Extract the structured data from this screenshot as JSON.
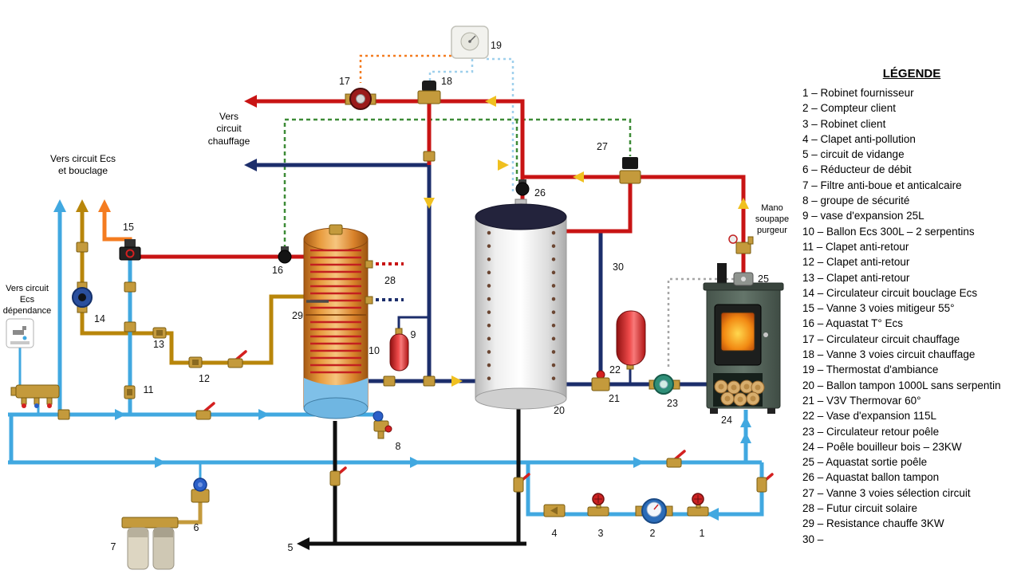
{
  "legend": {
    "title": "LÉGENDE",
    "items": [
      "1 – Robinet fournisseur",
      "2 – Compteur client",
      "3 – Robinet client",
      "4 – Clapet anti-pollution",
      "5 – circuit de vidange",
      "6 – Réducteur de débit",
      "7 – Filtre anti-boue et anticalcaire",
      "8 – groupe de sécurité",
      "9 – vase d'expansion 25L",
      "10 – Ballon Ecs 300L – 2 serpentins",
      "11 – Clapet anti-retour",
      "12 – Clapet anti-retour",
      "13 – Clapet anti-retour",
      "14 – Circulateur circuit bouclage Ecs",
      "15 – Vanne 3 voies mitigeur 55°",
      "16 – Aquastat T° Ecs",
      "17 – Circulateur circuit chauffage",
      "18 – Vanne 3 voies circuit chauffage",
      "19 – Thermostat d'ambiance",
      "20 – Ballon tampon 1000L sans serpentin",
      "21 – V3V Thermovar 60°",
      "22 – Vase d'expansion 115L",
      "23 – Circulateur retour poêle",
      "24 – Poêle bouilleur bois – 23KW",
      "25 – Aquastat sortie poêle",
      "26 – Aquastat ballon tampon",
      "27 – Vanne 3 voies sélection circuit",
      "28 – Futur circuit solaire",
      "29 – Resistance chauffe 3KW",
      "30 –"
    ]
  },
  "labels": {
    "vers_chauffage": "Vers circuit chauffage",
    "vers_ecs_bouclage": "Vers circuit Ecs et bouclage",
    "vers_ecs_dependance": "Vers circuit Ecs dépendance",
    "mano": "Mano soupape purgeur"
  },
  "callouts": {
    "n1": "1",
    "n2": "2",
    "n3": "3",
    "n4": "4",
    "n5": "5",
    "n6": "6",
    "n7": "7",
    "n8": "8",
    "n9": "9",
    "n10": "10",
    "n11": "11",
    "n12": "12",
    "n13": "13",
    "n14": "14",
    "n15": "15",
    "n16": "16",
    "n17": "17",
    "n18": "18",
    "n19": "19",
    "n20": "20",
    "n21": "21",
    "n22": "22",
    "n23": "23",
    "n24": "24",
    "n25": "25",
    "n26": "26",
    "n27": "27",
    "n28": "28",
    "n29": "29",
    "n30": "30"
  },
  "colors": {
    "hot_pipe": "#c81414",
    "return_pipe": "#1c2e6b",
    "cold_pipe": "#41a8e0",
    "dhw_loop_pipe": "#b8860b",
    "mixed_pipe": "#f47c20",
    "drain_pipe": "#0f0f0f",
    "sensor_line_green": "#3d8b37",
    "sensor_line_orange": "#f47c20",
    "sensor_line_blue": "#9fd0ec",
    "sensor_line_gray": "#a6a6a6",
    "brass": "#c49a3c"
  }
}
